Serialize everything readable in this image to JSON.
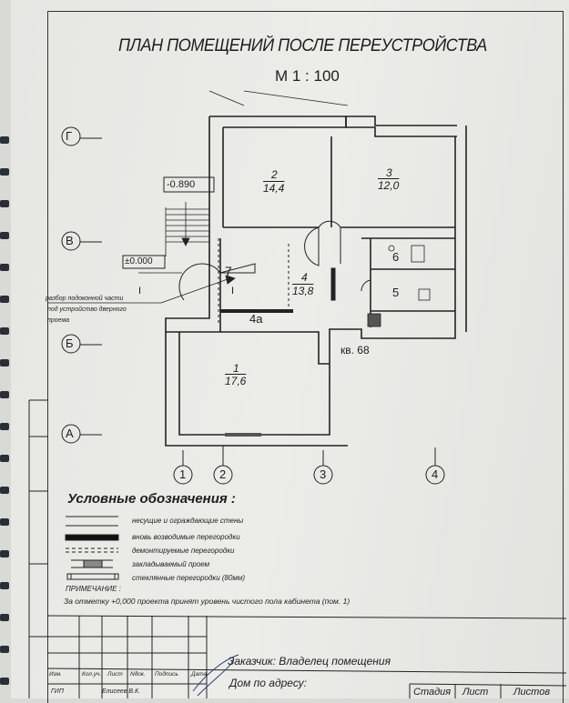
{
  "title": "ПЛАН ПОМЕЩЕНИЙ ПОСЛЕ ПЕРЕУСТРОЙСТВА",
  "scale": "М 1 : 100",
  "axes": {
    "rows": [
      "Г",
      "В",
      "Б",
      "А"
    ],
    "columns": [
      "1",
      "2",
      "3",
      "4"
    ]
  },
  "levels": {
    "stair": "-0.890",
    "floor": "±0.000"
  },
  "rooms": [
    {
      "num": "2",
      "area": "14,4"
    },
    {
      "num": "3",
      "area": "12,0"
    },
    {
      "num": "4",
      "area": "13,8"
    },
    {
      "num": "1",
      "area": "17,6"
    },
    {
      "num": "5"
    },
    {
      "num": "6"
    },
    {
      "num": "7"
    },
    {
      "num": "4а"
    }
  ],
  "apartment": "кв. 68",
  "section_mark": "I",
  "annotation": [
    "разбор подоконной части",
    "под устройство дверного",
    "проема"
  ],
  "legend": {
    "title": "Условные обозначения :",
    "items": [
      "несущие и ограждающие стены",
      "вновь возводимые перегородки",
      "демонтируемые перегородки",
      "закладываемый проем",
      "стеклянные перегородки (80мм)"
    ]
  },
  "note": {
    "title": "ПРИМЕЧАНИЕ :",
    "text": "За отметку +0,000 проекта принят уровень чистого пола кабинета (пом. 1)"
  },
  "title_block": {
    "columns": [
      "Изм.",
      "Кол.уч.",
      "Лист",
      "Nдок.",
      "Подпись",
      "Дата"
    ],
    "role": "ГИП",
    "name": "Елисеев В.К.",
    "customer": "Заказчик: Владелец помещения",
    "address": "Дом по адресу:",
    "stage": "Стадия",
    "sheet": "Лист",
    "sheets": "Листов"
  }
}
